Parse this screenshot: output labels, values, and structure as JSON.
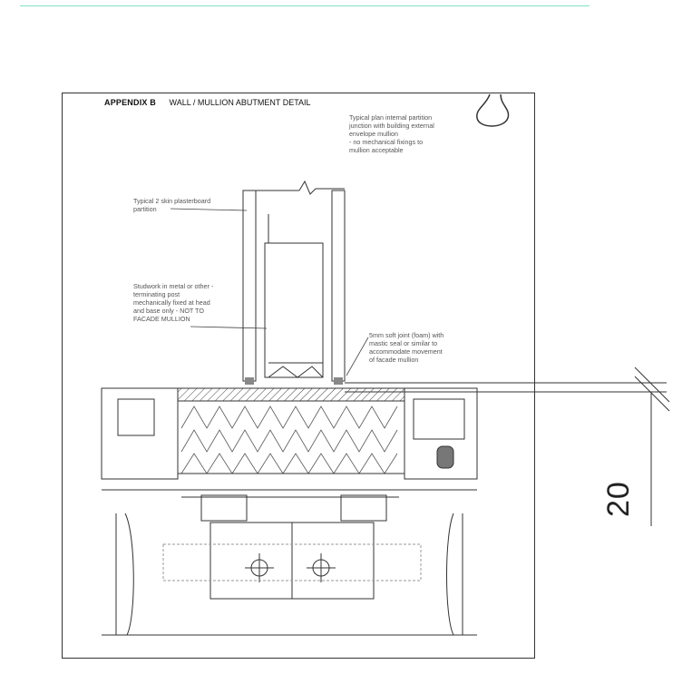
{
  "header": {
    "appendix": "APPENDIX B",
    "title": "WALL / MULLION ABUTMENT DETAIL"
  },
  "annotations": {
    "top_right": [
      "Typical plan internal partition",
      "junction with building external",
      "envelope mullion",
      "- no mechanical fixings to",
      "mullion acceptable"
    ],
    "partition": [
      "Typical 2 skin plasterboard",
      "partition"
    ],
    "studwork": [
      "Studwork in metal or other -",
      "terminating post",
      "mechanically fixed at head",
      "and base only - NOT TO",
      "FACADE MULLION"
    ],
    "joint": [
      "5mm soft joint (foam) with",
      "mastic seal or similar to",
      "accommodate movement",
      "of facade mullion"
    ]
  },
  "dimension": {
    "value": "20"
  },
  "colors": {
    "accent_rule": "#7fe3c8",
    "lines": "#333333"
  }
}
